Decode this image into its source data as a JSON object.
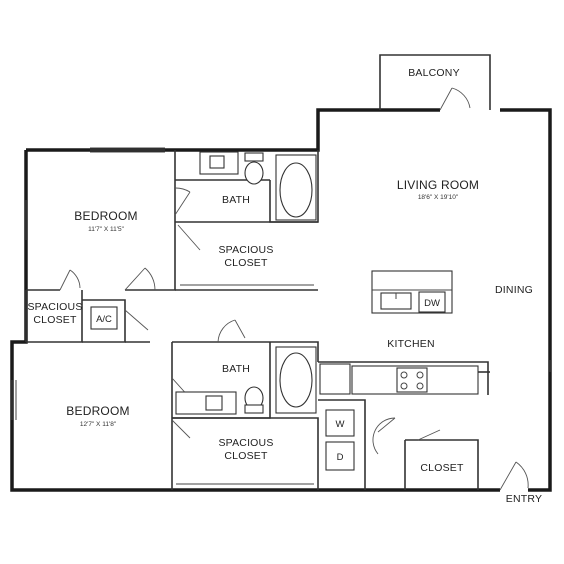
{
  "rooms": {
    "balcony": "BALCONY",
    "living_room": "LIVING ROOM",
    "living_room_dim": "18'6\" X 19'10\"",
    "dining": "DINING",
    "kitchen": "KITCHEN",
    "bedroom1": "BEDROOM",
    "bedroom1_dim": "11'7\" X 11'5\"",
    "bedroom2": "BEDROOM",
    "bedroom2_dim": "12'7\" X 11'8\"",
    "bath1": "BATH",
    "bath2": "BATH",
    "closet1_line1": "SPACIOUS",
    "closet1_line2": "CLOSET",
    "closet2_line1": "SPACIOUS",
    "closet2_line2": "CLOSET",
    "closet3_line1": "SPACIOUS",
    "closet3_line2": "CLOSET",
    "closet4": "CLOSET",
    "entry": "ENTRY"
  },
  "appliances": {
    "dishwasher": "DW",
    "ac": "A/C",
    "washer": "W",
    "dryer": "D"
  }
}
